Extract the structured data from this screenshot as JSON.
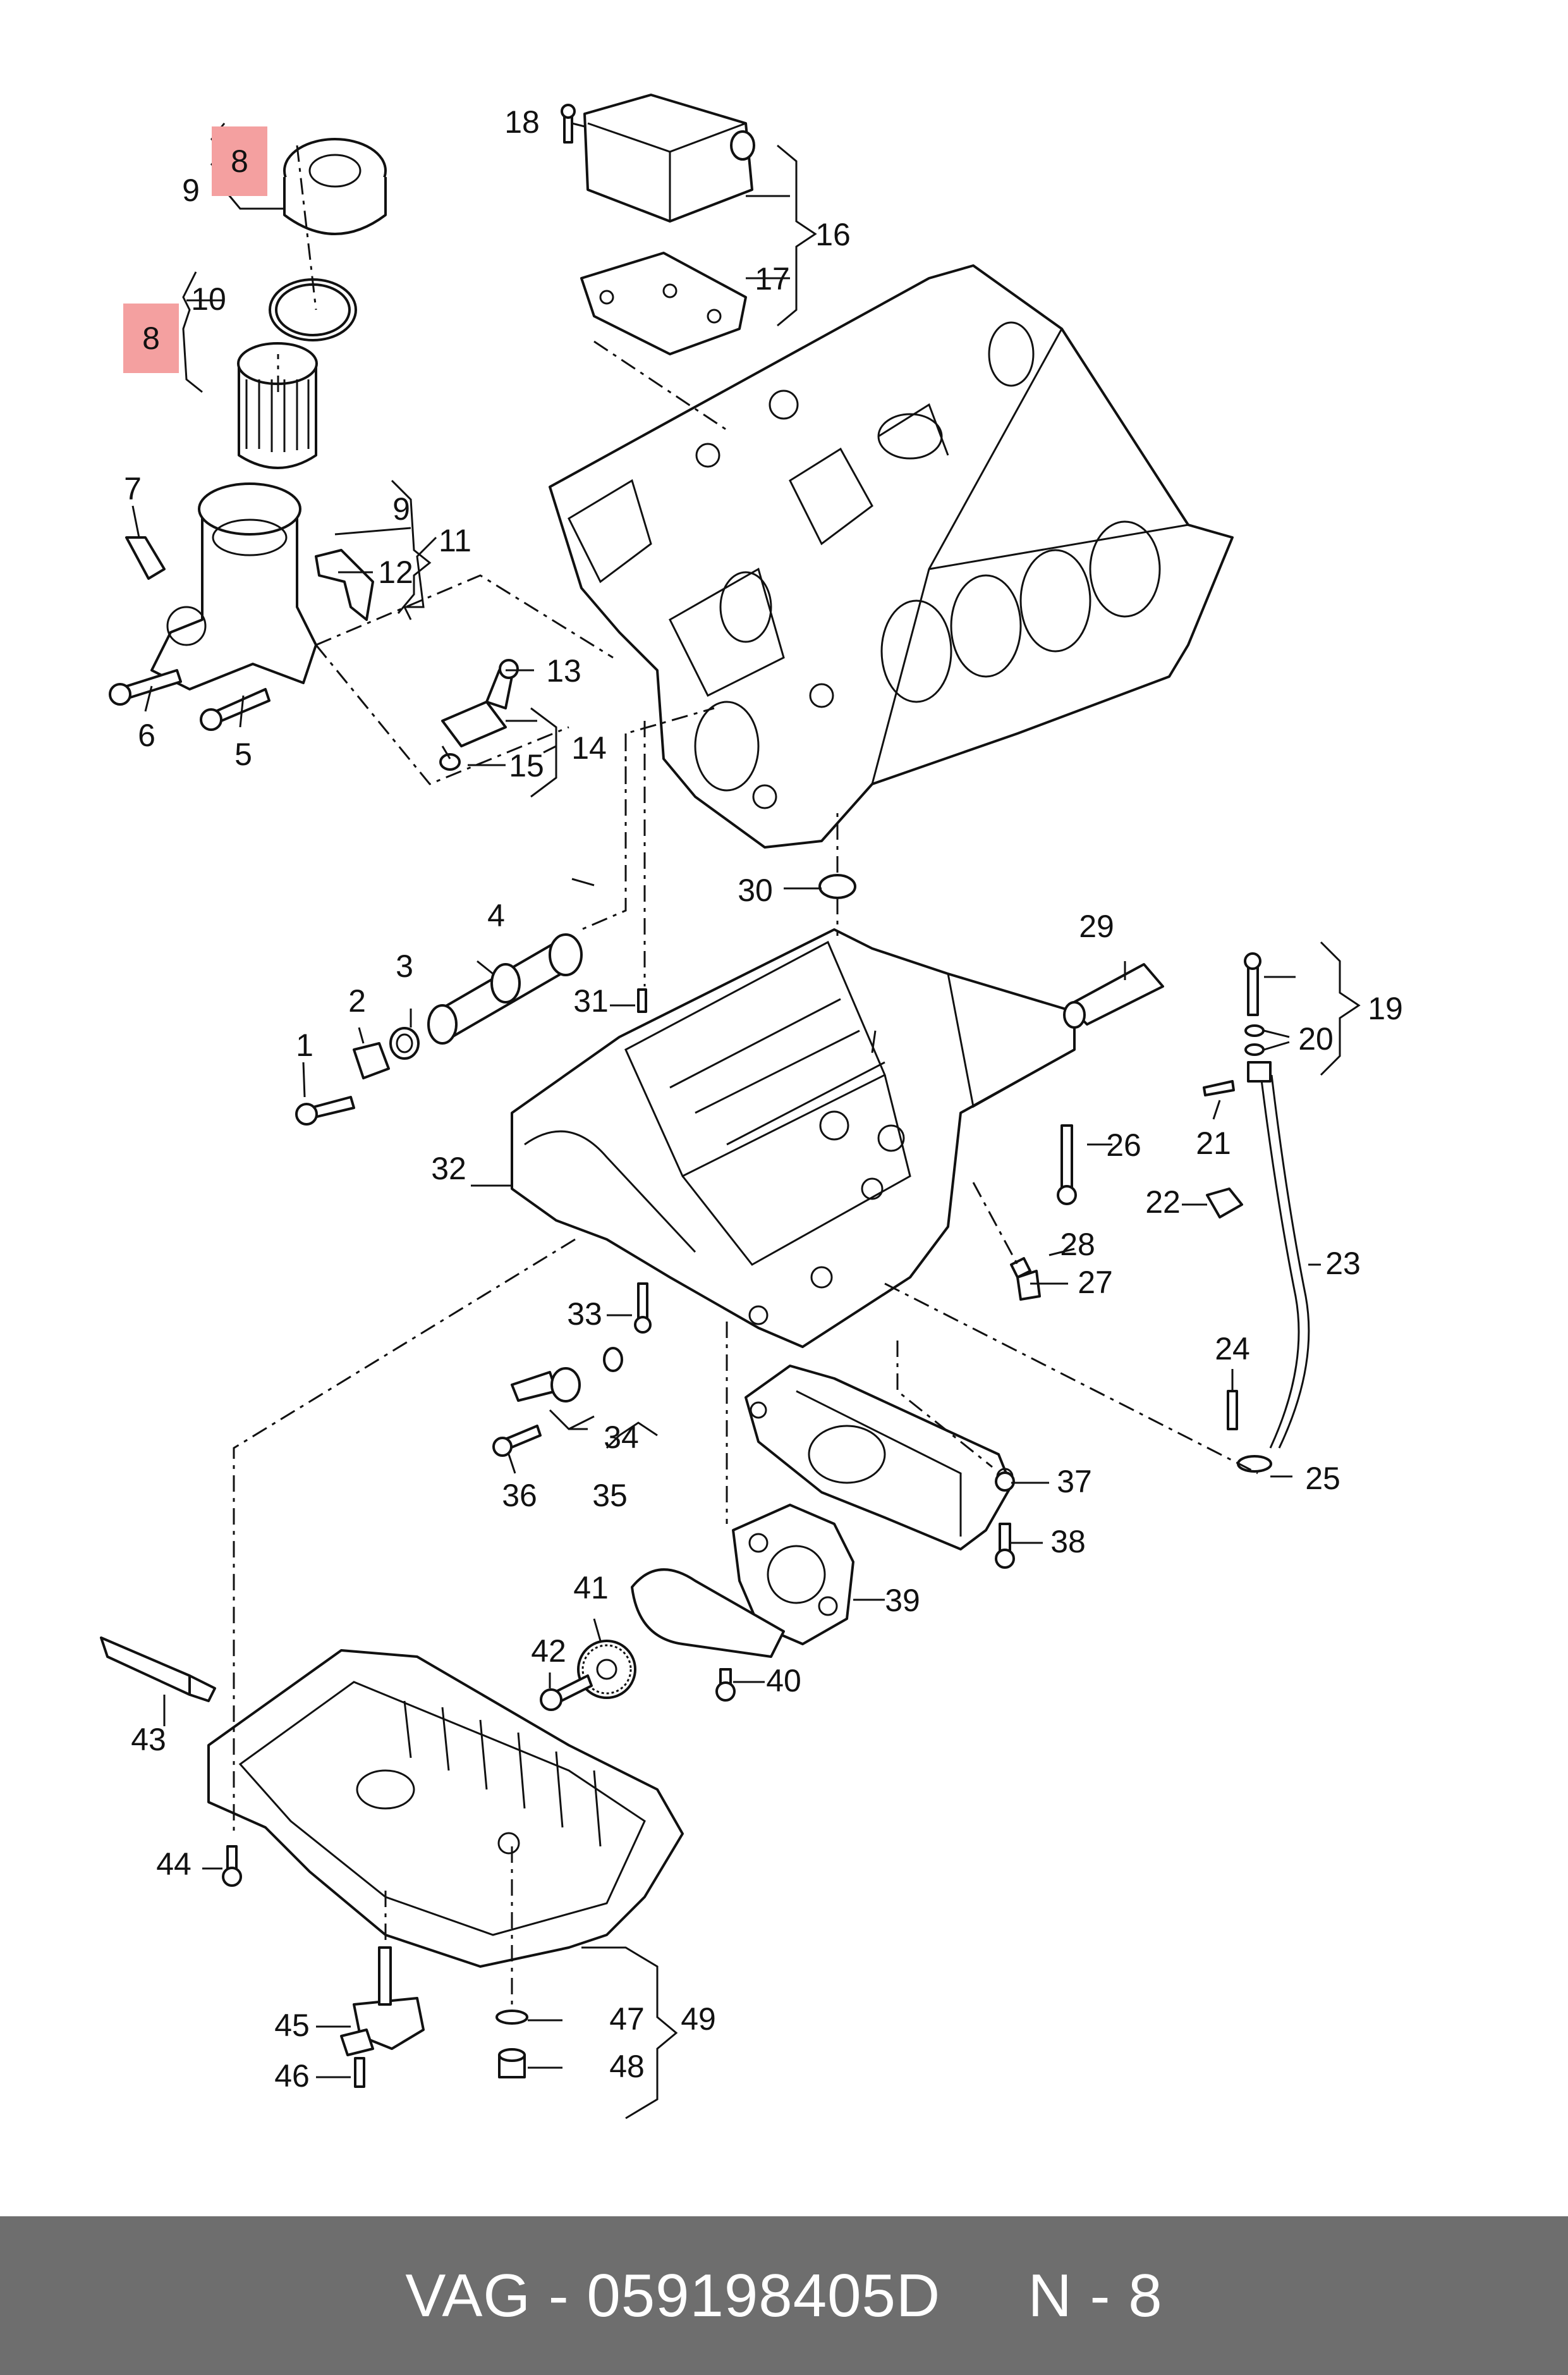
{
  "callouts": {
    "c1": "1",
    "c2": "2",
    "c3": "3",
    "c4": "4",
    "c5": "5",
    "c6": "6",
    "c7": "7",
    "c8a": "8",
    "c8b": "8",
    "c9a": "9",
    "c9b": "9",
    "c10": "10",
    "c11": "11",
    "c12": "12",
    "c13": "13",
    "c14": "14",
    "c15": "15",
    "c16": "16",
    "c17": "17",
    "c18": "18",
    "c19": "19",
    "c20": "20",
    "c21": "21",
    "c22": "22",
    "c23": "23",
    "c24": "24",
    "c25": "25",
    "c26": "26",
    "c27": "27",
    "c28": "28",
    "c29": "29",
    "c30": "30",
    "c31": "31",
    "c32": "32",
    "c33": "33",
    "c34": "34",
    "c35": "35",
    "c36": "36",
    "c37": "37",
    "c38": "38",
    "c39": "39",
    "c40": "40",
    "c41": "41",
    "c42": "42",
    "c43": "43",
    "c44": "44",
    "c45": "45",
    "c46": "46",
    "c47": "47",
    "c48": "48",
    "c49": "49"
  },
  "highlight_color": "#f4a0a0",
  "footer": {
    "text": "VAG - 059198405D     N - 8",
    "background": "#6e6e6e"
  }
}
